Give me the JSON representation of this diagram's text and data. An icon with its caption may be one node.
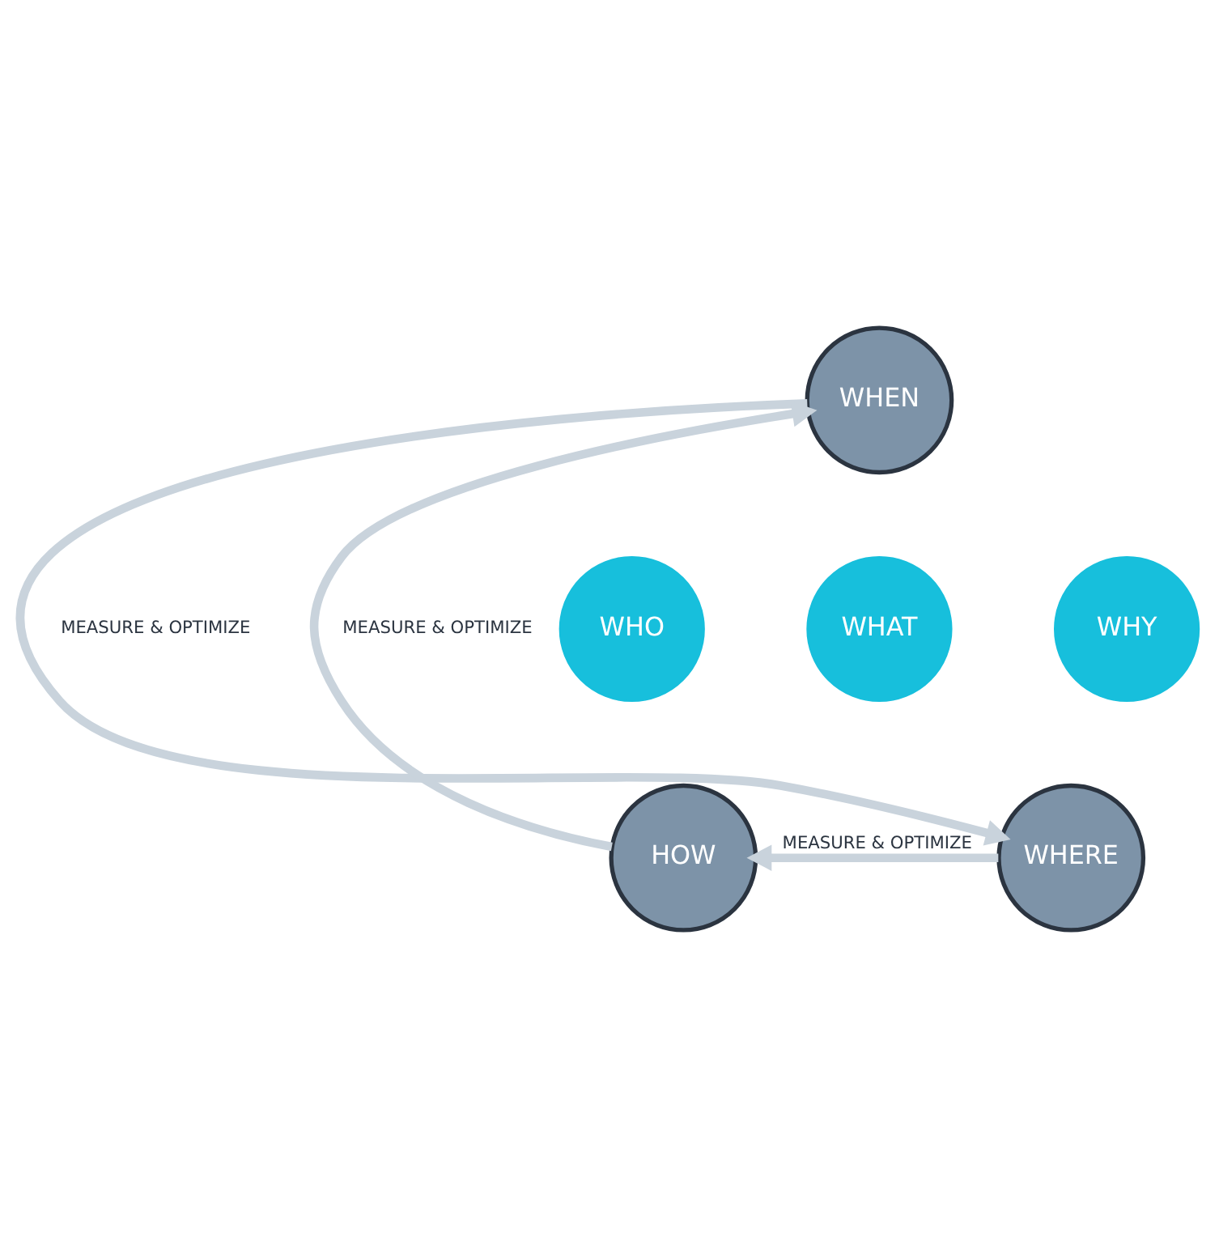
{
  "diagram": {
    "nodes": [
      {
        "text": [
          "WHEN"
        ]
      },
      {
        "text": [
          "WHO"
        ]
      },
      {
        "text": [
          "WHAT"
        ]
      },
      {
        "text": [
          "WHY"
        ]
      },
      {
        "text": [
          "HOW"
        ]
      },
      {
        "text": [
          "WHERE"
        ]
      }
    ],
    "edges": [
      {
        "from": 0,
        "to": 5,
        "label": "MEASURE & OPTIMIZE",
        "arrow": "to"
      },
      {
        "from": 5,
        "to": 4,
        "label": "MEASURE & OPTIMIZE",
        "arrow": "to"
      },
      {
        "from": 4,
        "to": 0,
        "label": "MEASURE & OPTIMIZE",
        "arrow": "to"
      }
    ]
  }
}
